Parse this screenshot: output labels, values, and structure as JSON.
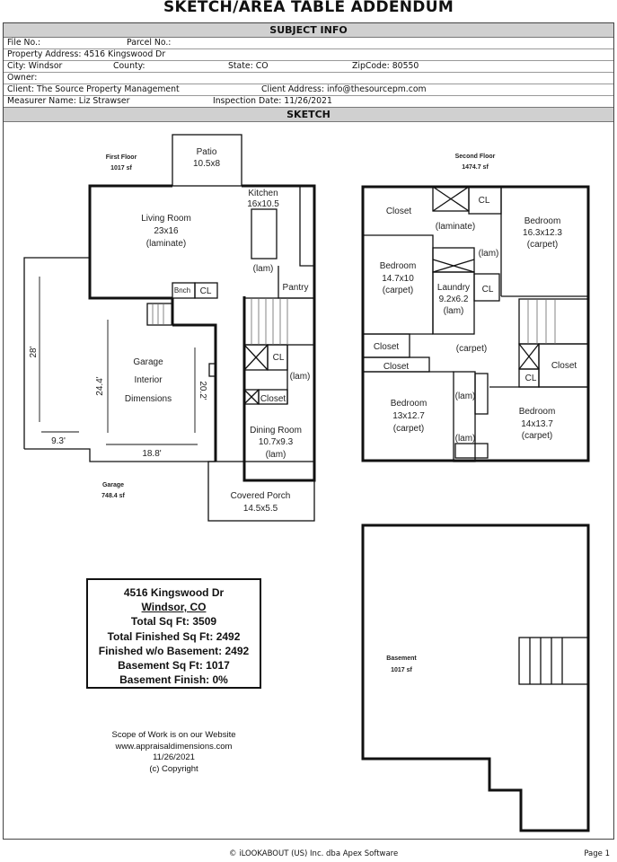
{
  "title": "SKETCH/AREA TABLE ADDENDUM",
  "subject_info": {
    "header": "SUBJECT INFO",
    "file_no": "File No.:",
    "parcel_no": "Parcel No.:",
    "property_address": "Property Address: 4516 Kingswood Dr",
    "city": "City: Windsor",
    "county": "County:",
    "state": "State: CO",
    "zip": "ZipCode: 80550",
    "owner": "Owner:",
    "client": "Client: The Source Property Management",
    "client_address": "Client Address: info@thesourcepm.com",
    "measurer": "Measurer Name: Liz Strawser",
    "inspection_date": "Inspection Date: 11/26/2021"
  },
  "sketch": {
    "header": "SKETCH",
    "first_floor": {
      "name": "First Floor",
      "area": "1017 sf"
    },
    "second_floor": {
      "name": "Second Floor",
      "area": "1474.7 sf"
    },
    "garage": {
      "name": "Garage",
      "area": "748.4 sf"
    },
    "basement": {
      "name": "Basement",
      "area": "1017 sf"
    },
    "first_rooms": {
      "patio": [
        "Patio",
        "10.5x8"
      ],
      "kitchen": [
        "Kitchen",
        "16x10.5"
      ],
      "living": [
        "Living Room",
        "23x16",
        "(laminate)"
      ],
      "lam1": "(lam)",
      "pantry": "Pantry",
      "bnch": "Bnch",
      "cl1": "CL",
      "cl2": "CL",
      "lam2": "(lam)",
      "closet": "Closet",
      "garage_interior": [
        "Garage",
        "Interior",
        "Dimensions"
      ],
      "dining": [
        "Dining Room",
        "10.7x9.3",
        "(lam)"
      ],
      "porch": [
        "Covered Porch",
        "14.5x5.5"
      ],
      "dims": {
        "d28": "28'",
        "d244": "24.4'",
        "d202": "20.2'",
        "d93": "9.3'",
        "d188": "18.8'"
      }
    },
    "second_rooms": {
      "closet_tl": "Closet",
      "laminate": "(laminate)",
      "cl_top": "CL",
      "bed_tr": [
        "Bedroom",
        "16.3x12.3",
        "(carpet)"
      ],
      "lam_a": "(lam)",
      "bed_l": [
        "Bedroom",
        "14.7x10",
        "(carpet)"
      ],
      "laundry": [
        "Laundry",
        "9.2x6.2",
        "(lam)"
      ],
      "cl_mid": "CL",
      "closet_l1": "Closet",
      "hall": "(carpet)",
      "closet_l2": "Closet",
      "closet_r": "Closet",
      "cl_r": "CL",
      "lam_b": "(lam)",
      "lam_c": "(lam)",
      "bed_bl": [
        "Bedroom",
        "13x12.7",
        "(carpet)"
      ],
      "bed_br": [
        "Bedroom",
        "14x13.7",
        "(carpet)"
      ]
    }
  },
  "summary": {
    "address": "4516 Kingswood Dr",
    "city": "Windsor, CO",
    "total": "Total Sq Ft: 3509",
    "total_finished": "Total Finished Sq Ft: 2492",
    "finished_wo_basement": "Finished w/o Basement: 2492",
    "basement": "Basement Sq Ft: 1017",
    "basement_finish": "Basement Finish: 0%"
  },
  "scope": {
    "line1": "Scope of Work is on our Website",
    "line2": "www.appraisaldimensions.com",
    "line3": "11/26/2021",
    "line4": "(c) Copyright"
  },
  "footer": {
    "copyright": "© iLOOKABOUT (US) Inc. dba Apex Software",
    "page": "Page 1"
  }
}
